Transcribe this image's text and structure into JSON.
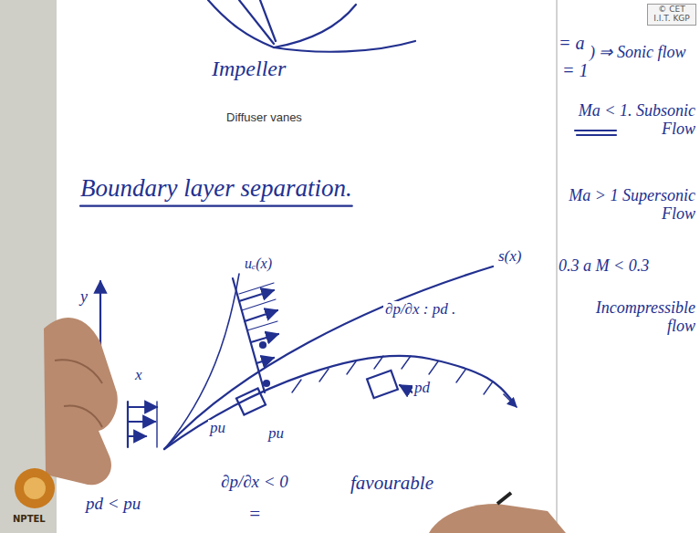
{
  "diagram": {
    "title": "Boundary layer separation.",
    "labels": [
      "© CET I.I.T. KGP",
      "Impeller",
      "Diffuser vanes",
      "= a",
      "= 1",
      ") ⇒ Sonic flow",
      "Ma < 1. Subsonic Flow",
      "Ma > 1 Supersonic Flow",
      "0.3 a   M < 0.3",
      "Incompressible flow",
      "y",
      "uₑ(x)",
      "s(x)",
      "∂p/∂x : pd .",
      "x",
      "pu",
      "pd",
      "pu",
      "pd < pu",
      "∂p/∂x < 0",
      "favourable",
      "=",
      "NPTEL"
    ]
  }
}
